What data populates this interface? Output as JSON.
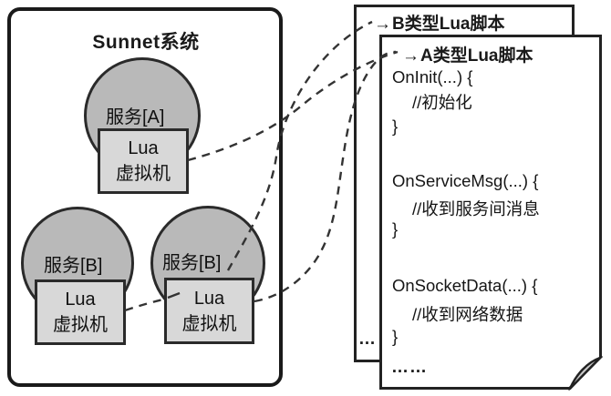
{
  "panel": {
    "title": "Sunnet系统",
    "services": [
      {
        "label": "服务[A]",
        "vm_line1": "Lua",
        "vm_line2": "虚拟机"
      },
      {
        "label": "服务[B]",
        "vm_line1": "Lua",
        "vm_line2": "虚拟机"
      },
      {
        "label": "服务[B]",
        "vm_line1": "Lua",
        "vm_line2": "虚拟机"
      }
    ]
  },
  "pages": {
    "back": {
      "arrow": "→",
      "title": "B类型Lua脚本",
      "ellipsis": "…"
    },
    "front": {
      "arrow": "→",
      "title": "A类型Lua脚本",
      "ellipsis": "……",
      "lines": [
        {
          "text": "OnInit(...) {"
        },
        {
          "text": "//初始化"
        },
        {
          "text": "}"
        },
        {
          "text": "OnServiceMsg(...) {"
        },
        {
          "text": "//收到服务间消息"
        },
        {
          "text": "}"
        },
        {
          "text": "OnSocketData(...) {"
        },
        {
          "text": "//收到网络数据"
        },
        {
          "text": "}"
        }
      ]
    }
  },
  "colors": {
    "border": "#1a1a1a",
    "circle_fill": "#b9b9b9",
    "box_fill": "#d8d8d8",
    "line": "#333333",
    "fold_fill": "#c9c9c9"
  }
}
